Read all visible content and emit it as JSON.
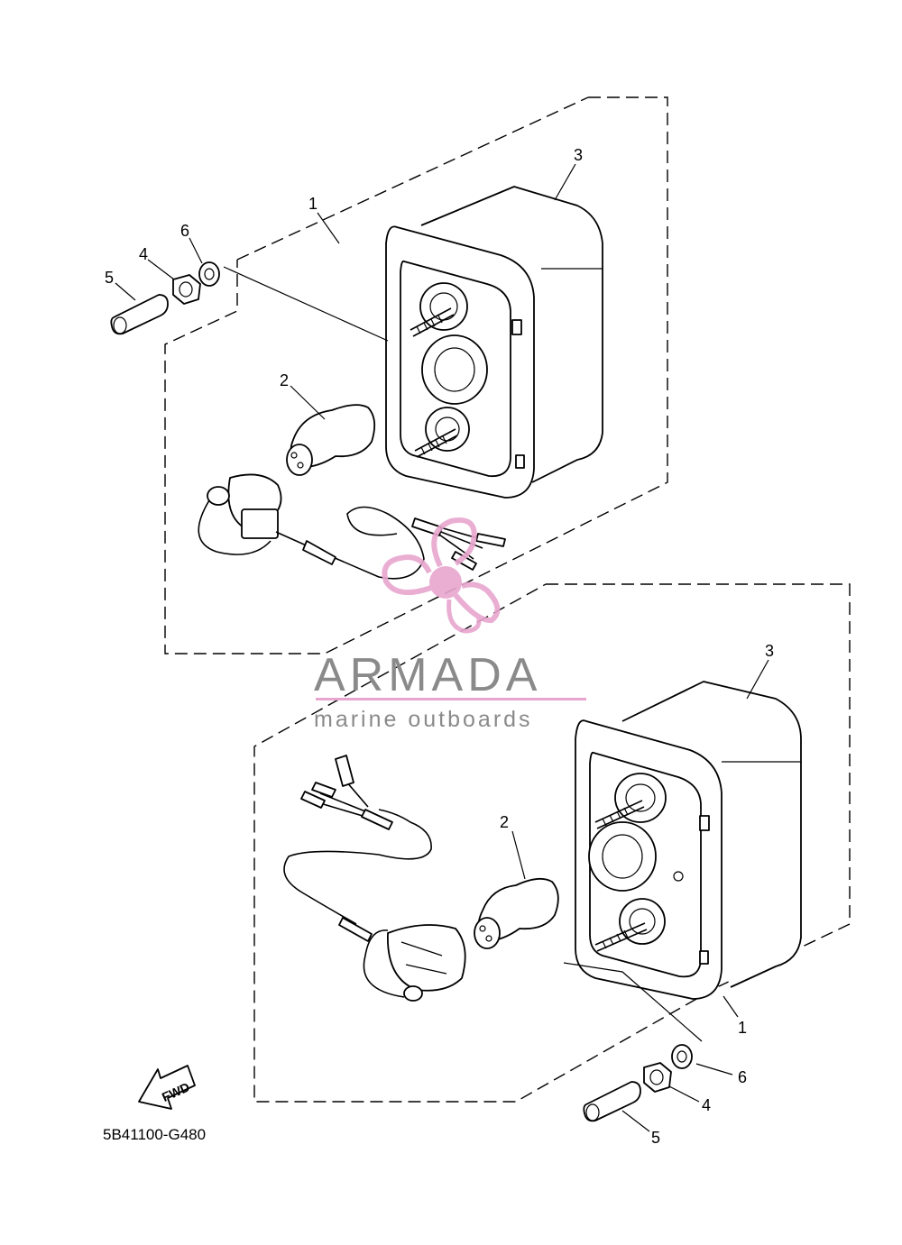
{
  "diagram": {
    "part_number_code": "5B41100-G480",
    "fwd_label": "FWD",
    "callouts": {
      "upper": {
        "c1": "1",
        "c2": "2",
        "c3": "3",
        "c4": "4",
        "c5": "5",
        "c6": "6"
      },
      "lower": {
        "c1": "1",
        "c2": "2",
        "c3": "3",
        "c4": "4",
        "c5": "5",
        "c6": "6"
      }
    }
  },
  "watermark": {
    "brand": "ARMADA",
    "tagline": "marine outboards",
    "accent_color": "#e8a6cf",
    "text_color": "#8a8a8a"
  }
}
